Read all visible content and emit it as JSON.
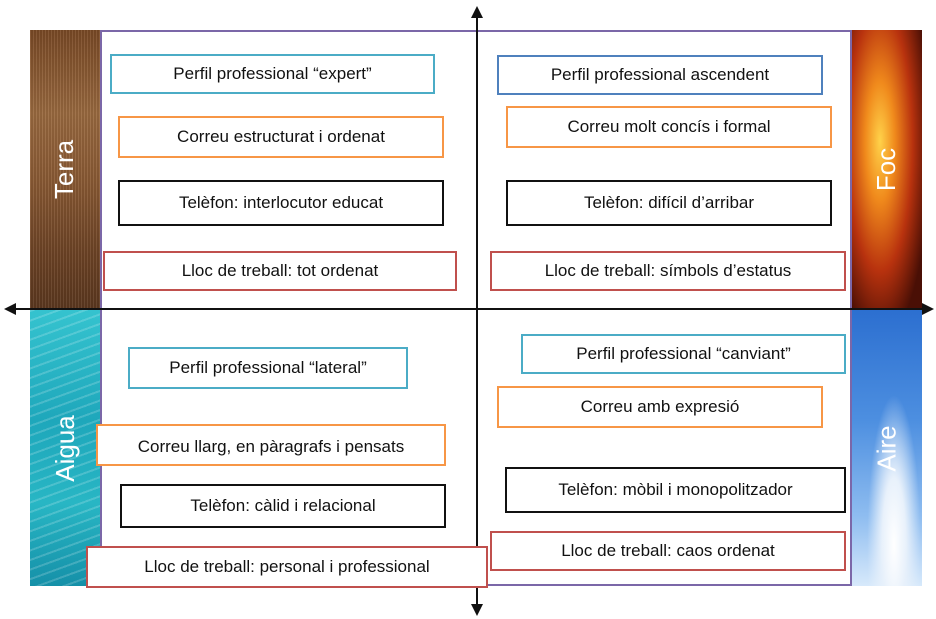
{
  "colors": {
    "frame": "#7b67a8",
    "perfil": "#4bacc6",
    "perfil_ascendent": "#4f81bd",
    "correu": "#f79646",
    "telefon": "#111111",
    "lloc": "#c0504d"
  },
  "elements": {
    "terra": "Terra",
    "foc": "Foc",
    "aigua": "Aigua",
    "aire": "Aire"
  },
  "terra_quadrant": {
    "perfil": "Perfil professional “expert”",
    "correu": "Correu estructurat i ordenat",
    "telefon": "Telèfon: interlocutor educat",
    "lloc": "Lloc de treball: tot ordenat"
  },
  "foc_quadrant": {
    "perfil": "Perfil professional ascendent",
    "correu": "Correu molt concís i formal",
    "telefon": "Telèfon: difícil d’arribar",
    "lloc": "Lloc de treball: símbols d’estatus"
  },
  "aigua_quadrant": {
    "perfil": "Perfil professional “lateral”",
    "correu": "Correu llarg, en pàragrafs i pensats",
    "telefon": "Telèfon: càlid i relacional",
    "lloc": "Lloc de treball: personal i professional"
  },
  "aire_quadrant": {
    "perfil": "Perfil professional “canviant”",
    "correu": "Correu amb expresió",
    "telefon": "Telèfon: mòbil i monopolitzador",
    "lloc": "Lloc de treball: caos ordenat"
  }
}
